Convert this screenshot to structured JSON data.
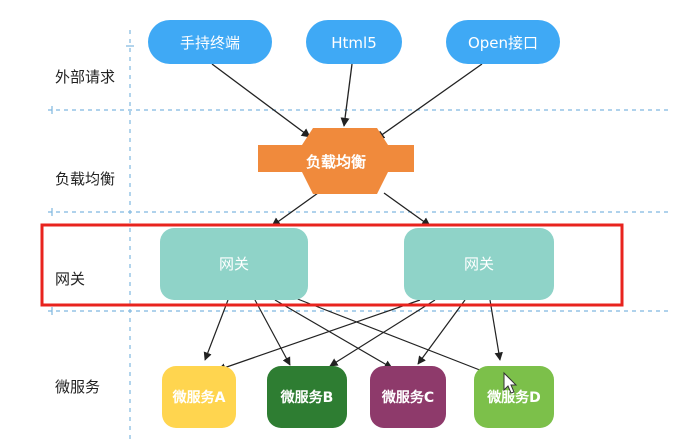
{
  "layers": [
    {
      "id": "external",
      "label": "外部请求"
    },
    {
      "id": "lb",
      "label": "负载均衡"
    },
    {
      "id": "gateway",
      "label": "网关"
    },
    {
      "id": "micro",
      "label": "微服务"
    }
  ],
  "clients": [
    {
      "id": "handheld",
      "label": "手持终端"
    },
    {
      "id": "html5",
      "label": "Html5"
    },
    {
      "id": "open",
      "label": "Open接口"
    }
  ],
  "load_balancer": {
    "label": "负载均衡"
  },
  "gateways": [
    {
      "id": "gw1",
      "label": "网关"
    },
    {
      "id": "gw2",
      "label": "网关"
    }
  ],
  "services": [
    {
      "id": "a",
      "label": "微服务A",
      "color": "#FFD54F"
    },
    {
      "id": "b",
      "label": "微服务B",
      "color": "#2E7D32"
    },
    {
      "id": "c",
      "label": "微服务C",
      "color": "#8E3A6B"
    },
    {
      "id": "d",
      "label": "微服务D",
      "color": "#7CC04A"
    }
  ],
  "colors": {
    "client": "#3FA9F5",
    "load_balancer": "#F08A3C",
    "gateway": "#8FD3C8",
    "highlight": "#E8231E",
    "divider": "#7FB8E0",
    "arrow": "#222222"
  },
  "icons": {
    "cursor": "mouse-pointer-icon"
  }
}
